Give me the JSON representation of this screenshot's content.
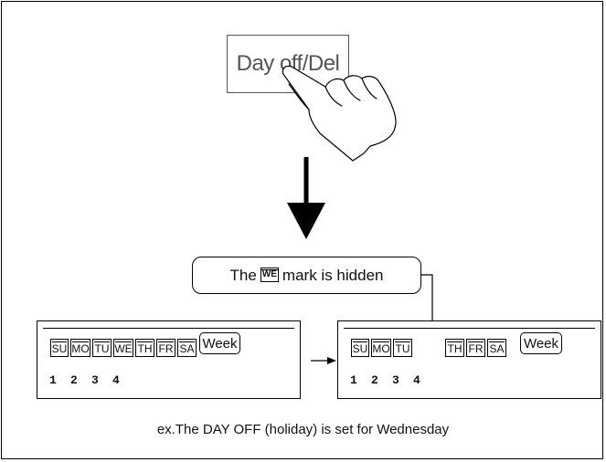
{
  "button_label": "Day off/Del",
  "callout": {
    "prefix": "The",
    "mark": "WE",
    "suffix": "mark is hidden"
  },
  "panel_before": {
    "days": [
      "SU",
      "MO",
      "TU",
      "WE",
      "TH",
      "FR",
      "SA"
    ],
    "week": "Week",
    "numbers": [
      "1",
      "2",
      "3",
      "4"
    ]
  },
  "panel_after": {
    "days": [
      "SU",
      "MO",
      "TU",
      "",
      "TH",
      "FR",
      "SA"
    ],
    "week": "Week",
    "numbers": [
      "1",
      "2",
      "3",
      "4"
    ]
  },
  "caption": "ex.The DAY OFF (holiday) is set for Wednesday"
}
